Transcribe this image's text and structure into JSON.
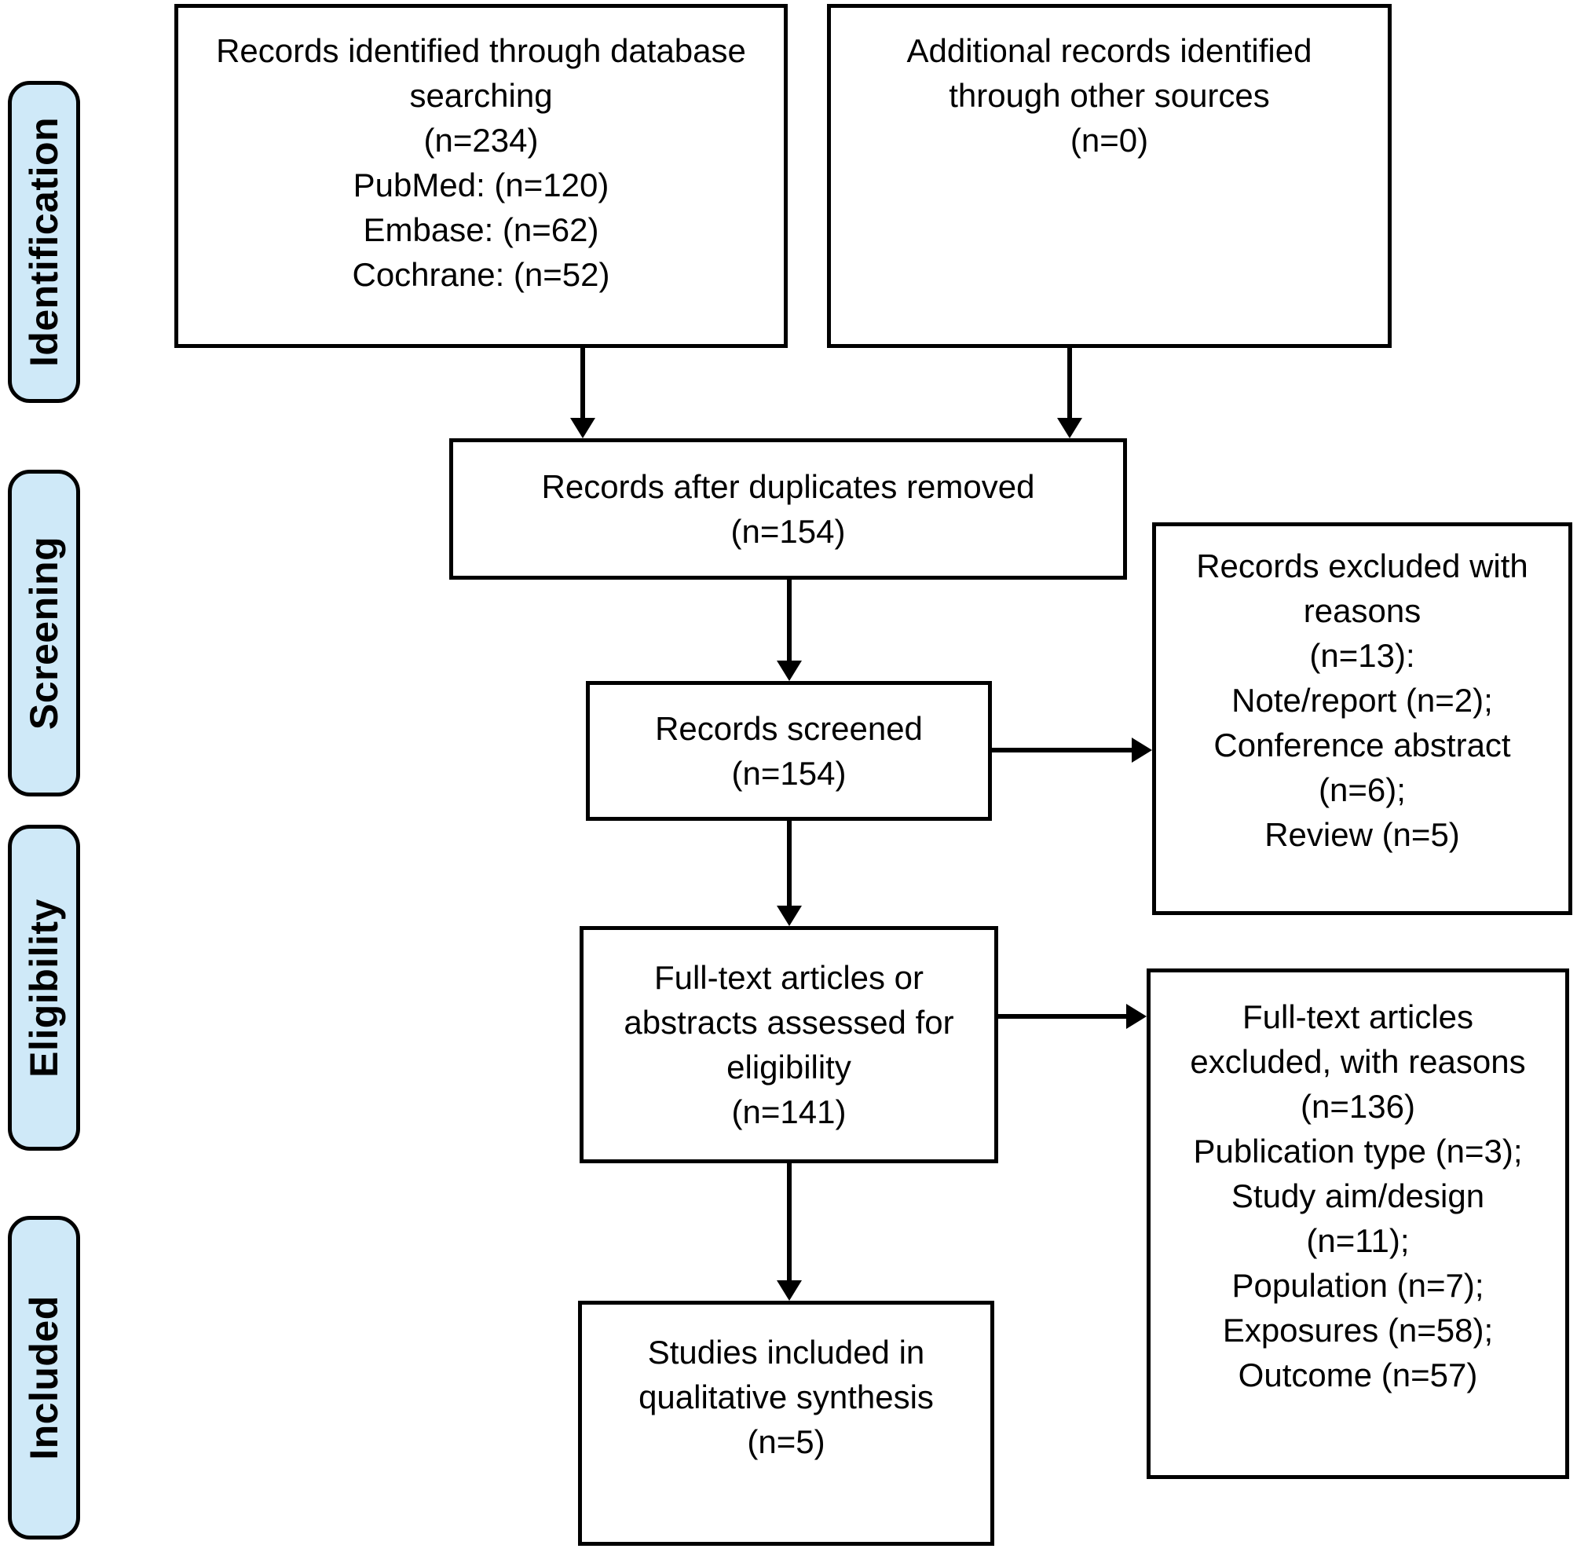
{
  "diagram": {
    "kind": "flowchart",
    "colors": {
      "stage_fill": "#cfe9f8",
      "box_fill": "#ffffff",
      "border": "#000000",
      "text": "#000000"
    },
    "stages": [
      {
        "label": "Identification"
      },
      {
        "label": "Screening"
      },
      {
        "label": "Eligibility"
      },
      {
        "label": "Included"
      }
    ],
    "boxes": {
      "database_search": {
        "text": "Records identified through database\nsearching\n(n=234)\nPubMed: (n=120)\nEmbase: (n=62)\nCochrane: (n=52)"
      },
      "other_sources": {
        "text": "Additional records identified\nthrough other sources\n(n=0)"
      },
      "after_duplicates": {
        "text": "Records after duplicates removed\n(n=154)"
      },
      "screened": {
        "text": "Records screened\n(n=154)"
      },
      "records_excluded": {
        "text": "Records excluded with\nreasons\n(n=13):\nNote/report (n=2);\nConference abstract\n(n=6);\nReview (n=5)"
      },
      "fulltext_assessed": {
        "text": "Full-text articles or\nabstracts assessed for\neligibility\n(n=141)"
      },
      "fulltext_excluded": {
        "text": "Full-text articles\nexcluded, with reasons\n(n=136)\nPublication type (n=3);\nStudy aim/design\n(n=11);\nPopulation (n=7);\nExposures (n=58);\nOutcome (n=57)"
      },
      "included_qualitative": {
        "text": "Studies included in\nqualitative synthesis\n(n=5)"
      }
    }
  }
}
